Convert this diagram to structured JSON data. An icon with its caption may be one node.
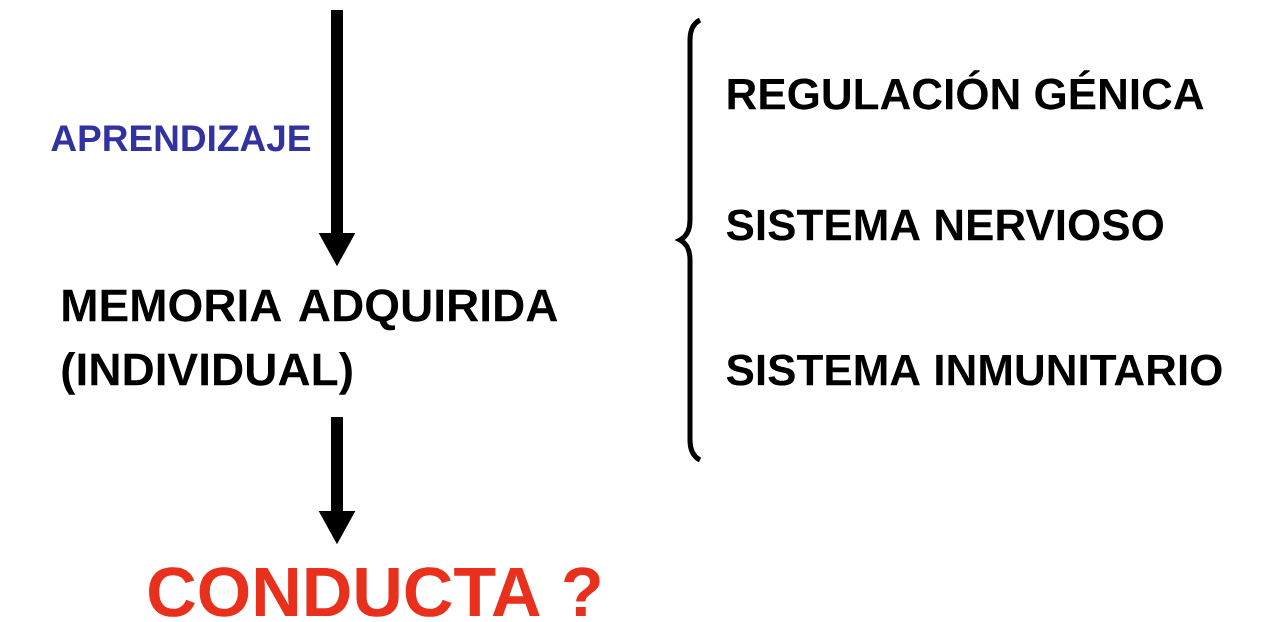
{
  "diagram": {
    "nodes": [
      {
        "text": [
          "MEMORIA ADQUIRIDA (INDIVIDUAL)"
        ]
      },
      {
        "text": [
          "CONDUCTA ?"
        ]
      }
    ],
    "edges": [
      {
        "from": null,
        "to": 0,
        "arrow": "to",
        "label": "APRENDIZAJE"
      },
      {
        "from": 0,
        "to": 1,
        "arrow": "to"
      }
    ],
    "labels": [
      "REGULACIÓN GÉNICA",
      "SISTEMA NERVIOSO",
      "SISTEMA INMUNITARIO"
    ]
  }
}
